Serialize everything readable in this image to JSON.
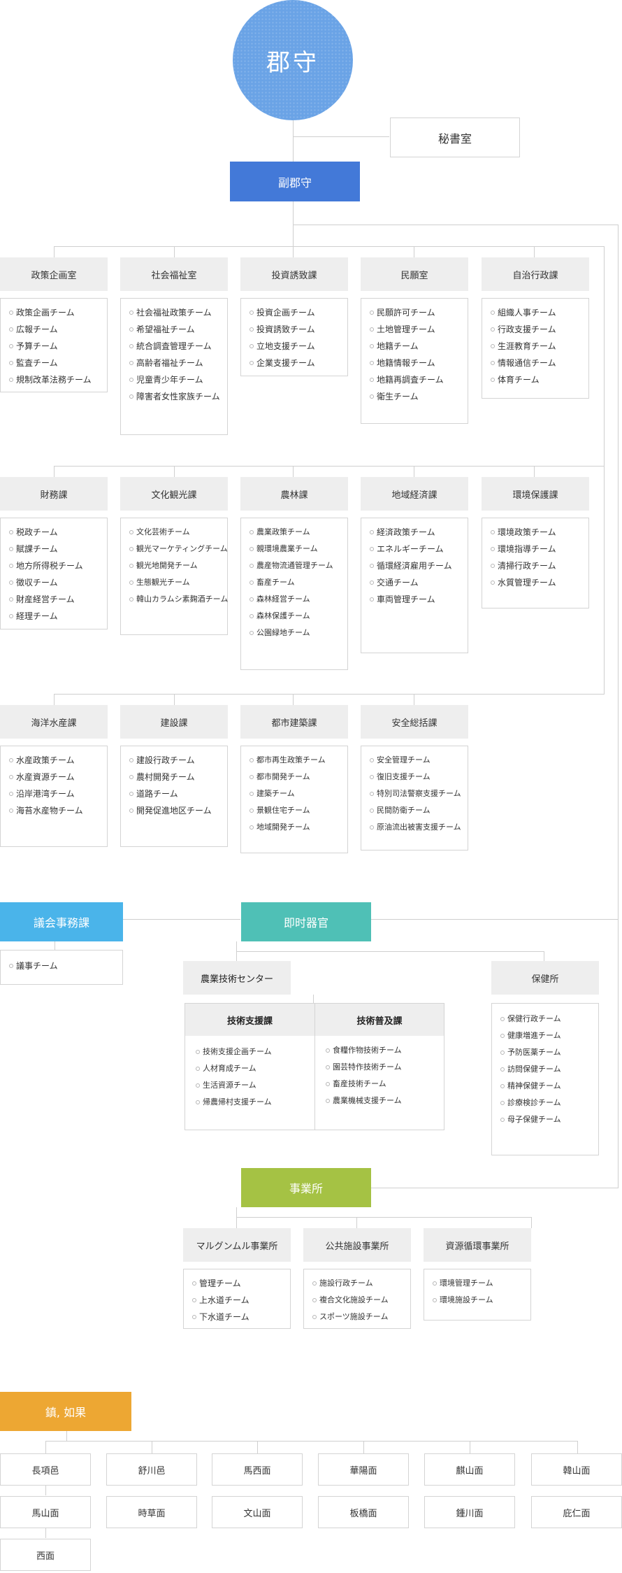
{
  "root": "郡守",
  "secretary": "秘書室",
  "vice": "副郡守",
  "row1": [
    {
      "name": "政策企画室",
      "teams": [
        "政策企画チーム",
        "広報チーム",
        "予算チーム",
        "監査チーム",
        "規制改革法務チーム"
      ]
    },
    {
      "name": "社会福祉室",
      "teams": [
        "社会福祉政策チーム",
        "希望福祉チーム",
        "統合調査管理チーム",
        "高齢者福祉チーム",
        "児童青少年チーム",
        "障害者女性家族チーム"
      ]
    },
    {
      "name": "投資誘致課",
      "teams": [
        "投資企画チーム",
        "投資誘致チーム",
        "立地支援チーム",
        "企業支援チーム"
      ]
    },
    {
      "name": "民願室",
      "teams": [
        "民願許可チーム",
        "土地管理チーム",
        "地籍チーム",
        "地籍情報チーム",
        "地籍再調査チーム",
        "衛生チーム"
      ]
    },
    {
      "name": "自治行政課",
      "teams": [
        "組織人事チーム",
        "行政支援チーム",
        "生涯教育チーム",
        "情報通信チーム",
        "体育チーム"
      ]
    }
  ],
  "row2": [
    {
      "name": "財務課",
      "teams": [
        "税政チーム",
        "賦課チーム",
        "地方所得税チーム",
        "徴収チーム",
        "財産経営チーム",
        "経理チーム"
      ]
    },
    {
      "name": "文化観光課",
      "teams": [
        "文化芸術チーム",
        "観光マーケティングチーム",
        "観光地開発チーム",
        "生態観光チーム",
        "韓山カラムシ素麹酒チーム"
      ]
    },
    {
      "name": "農林課",
      "teams": [
        "農業政策チーム",
        "親環境農業チーム",
        "農産物流通管理チーム",
        "畜産チーム",
        "森林経営チーム",
        "森林保護チーム",
        "公園緑地チーム"
      ]
    },
    {
      "name": "地域経済課",
      "teams": [
        "経済政策チーム",
        "エネルギーチーム",
        "循環経済雇用チーム",
        "交通チーム",
        "車両管理チーム"
      ]
    },
    {
      "name": "環境保護課",
      "teams": [
        "環境政策チーム",
        "環境指導チーム",
        "清掃行政チーム",
        "水質管理チーム"
      ]
    }
  ],
  "row3": [
    {
      "name": "海洋水産課",
      "teams": [
        "水産政策チーム",
        "水産資源チーム",
        "沿岸港湾チーム",
        "海苔水産物チーム"
      ]
    },
    {
      "name": "建設課",
      "teams": [
        "建設行政チーム",
        "農村開発チーム",
        "道路チーム",
        "開発促進地区チーム"
      ]
    },
    {
      "name": "都市建築課",
      "teams": [
        "都市再生政策チーム",
        "都市開発チーム",
        "建築チーム",
        "景観住宅チーム",
        "地域開発チーム"
      ]
    },
    {
      "name": "安全総括課",
      "teams": [
        "安全管理チーム",
        "復旧支援チーム",
        "特別司法警察支援チーム",
        "民間防衛チーム",
        "原油流出被害支援チーム"
      ]
    }
  ],
  "council": {
    "name": "議会事務課",
    "teams": [
      "議事チーム"
    ]
  },
  "agency": {
    "name": "即时器官",
    "center": "農業技術センター",
    "sub": [
      {
        "name": "技術支援課",
        "teams": [
          "技術支援企画チーム",
          "人材育成チーム",
          "生活資源チーム",
          "帰農帰村支援チーム"
        ]
      },
      {
        "name": "技術普及課",
        "teams": [
          "食糧作物技術チーム",
          "園芸特作技術チーム",
          "畜産技術チーム",
          "農業機械支援チーム"
        ]
      }
    ],
    "health": {
      "name": "保健所",
      "teams": [
        "保健行政チーム",
        "健康増進チーム",
        "予防医薬チーム",
        "訪問保健チーム",
        "精神保健チーム",
        "診療検診チーム",
        "母子保健チーム"
      ]
    }
  },
  "office": {
    "name": "事業所",
    "subs": [
      {
        "name": "マルグンムル事業所",
        "teams": [
          "管理チーム",
          "上水道チーム",
          "下水道チーム"
        ]
      },
      {
        "name": "公共施設事業所",
        "teams": [
          "施設行政チーム",
          "複合文化施設チーム",
          "スポーツ施設チーム"
        ]
      },
      {
        "name": "資源循環事業所",
        "teams": [
          "環境管理チーム",
          "環境施設チーム"
        ]
      }
    ]
  },
  "towns": {
    "name": "鎮, 如果",
    "items": [
      "長項邑",
      "舒川邑",
      "馬西面",
      "華陽面",
      "麒山面",
      "韓山面",
      "馬山面",
      "時草面",
      "文山面",
      "板橋面",
      "鍾川面",
      "庇仁面",
      "西面"
    ]
  },
  "colors": {
    "root": "#6aa3e6",
    "vice": "#4379d8",
    "council": "#4ab4ea",
    "agency": "#4fc0b6",
    "office": "#a5c244",
    "towns": "#eda733"
  }
}
